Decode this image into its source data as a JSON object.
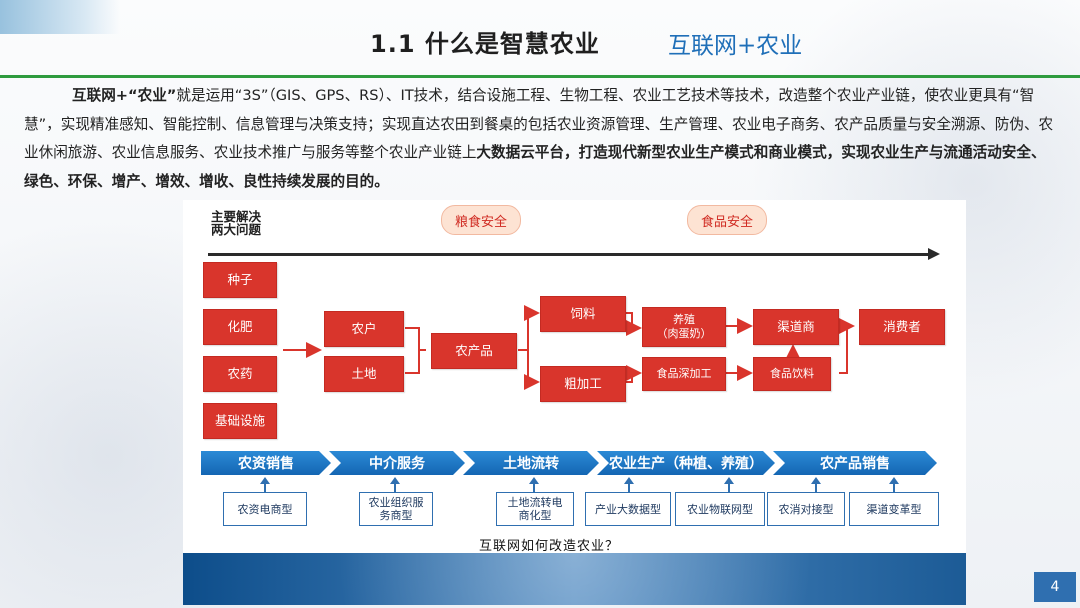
{
  "header": {
    "title": "1.1 什么是智慧农业",
    "subtitle": "互联网+农业"
  },
  "paragraph": {
    "lead_bold": "互联网+“农业”",
    "body": "就是运用“3S”（GIS、GPS、RS）、IT技术，结合设施工程、生物工程、农业工艺技术等技术，改造整个农业产业链，使农业更具有“智慧”，实现精准感知、智能控制、信息管理与决策支持；实现直达农田到餐桌的包括农业资源管理、生产管理、农业电子商务、农产品质量与安全溯源、防伪、农业休闲旅游、农业信息服务、农业技术推广与服务等整个农业产业链上",
    "tail_bold": "大数据云平台，打造现代新型农业生产模式和商业模式，实现农业生产与流通活动安全、绿色、环保、增产、增效、增收、良性持续发展的目的。"
  },
  "diagram": {
    "main_label_1": "主要解决",
    "main_label_2": "两大问题",
    "badges": [
      "粮食安全",
      "食品安全"
    ],
    "inputs": [
      "种子",
      "化肥",
      "农药",
      "基础设施"
    ],
    "farm": [
      "农户",
      "土地"
    ],
    "center": "农产品",
    "branch": [
      "饲料",
      "粗加工"
    ],
    "stage3_top_1": "养殖",
    "stage3_top_2": "（肉蛋奶）",
    "stage3_bottom": "食品深加工",
    "stage4_top": "渠道商",
    "stage4_bottom": "食品饮料",
    "end": "消费者",
    "bands": [
      "农资销售",
      "中介服务",
      "土地流转",
      "农业生产（种植、养殖）",
      "农产品销售"
    ],
    "models": [
      [
        "农资电商型"
      ],
      [
        "农业组织服",
        "务商型"
      ],
      [
        "土地流转电",
        "商化型"
      ],
      [
        "产业大数据型"
      ],
      [
        "农业物联网型"
      ],
      [
        "农消对接型"
      ],
      [
        "渠道变革型"
      ]
    ],
    "caption": "互联网如何改造农业？"
  },
  "page_number": "4",
  "colors": {
    "accent_green": "#2e9b3e",
    "box_red": "#d9352c",
    "band_blue": "#1466b3",
    "subtitle_blue": "#1f6fb8"
  }
}
